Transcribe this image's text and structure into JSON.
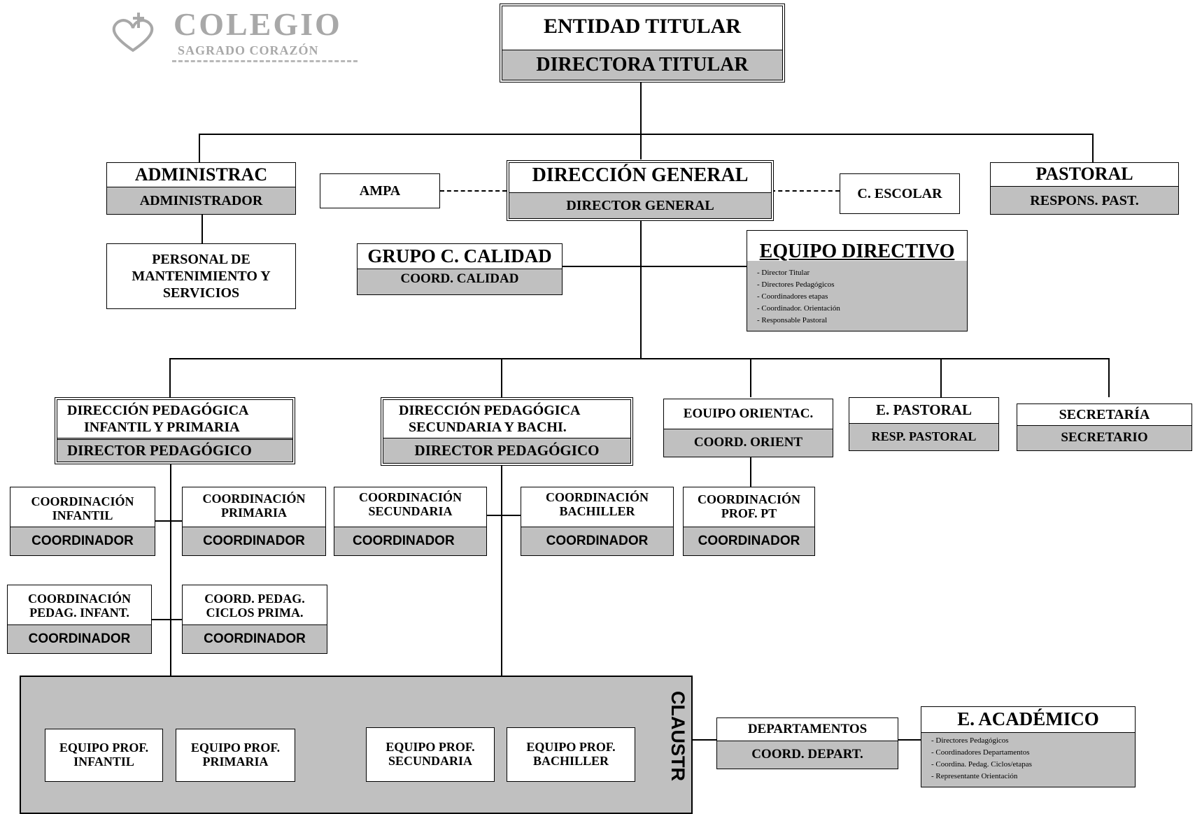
{
  "logo": {
    "title": "COLEGIO",
    "subtitle": "SAGRADO CORAZÓN"
  },
  "entidad": {
    "title": "ENTIDAD TITULAR",
    "sub": "DIRECTORA TITULAR"
  },
  "administrac": {
    "title": "ADMINISTRAC",
    "sub": "ADMINISTRADOR"
  },
  "personal": {
    "text": "PERSONAL DE MANTENIMIENTO Y SERVICIOS"
  },
  "ampa": {
    "text": "AMPA"
  },
  "direccion_general": {
    "title": "DIRECCIÓN GENERAL",
    "sub": "DIRECTOR GENERAL"
  },
  "c_escolar": {
    "text": "C. ESCOLAR"
  },
  "pastoral": {
    "title": "PASTORAL",
    "sub": "RESPONS.  PAST."
  },
  "grupo_calidad": {
    "title": "GRUPO C. CALIDAD",
    "sub": "COORD. CALIDAD"
  },
  "equipo_directivo": {
    "title": "EQUIPO DIRECTIVO",
    "items": [
      "- Director Titular",
      "- Directores Pedagógicos",
      "- Coordinadores etapas",
      "- Coordinador. Orientación",
      "- Responsable Pastoral"
    ]
  },
  "dp_infantil": {
    "title1": "DIRECCIÓN  PEDAGÓGICA",
    "title2": "INFANTIL Y PRIMARIA",
    "sub": "DIRECTOR PEDAGÓGICO"
  },
  "dp_secundaria": {
    "title1": "DIRECCIÓN  PEDAGÓGICA",
    "title2": "SECUNDARIA Y BACHI.",
    "sub": "DIRECTOR PEDAGÓGICO"
  },
  "equipo_orient": {
    "title": "EOUIPO ORIENTAC.",
    "sub": "COORD. ORIENT"
  },
  "e_pastoral": {
    "title": "E. PASTORAL",
    "sub": "RESP. PASTORAL"
  },
  "secretaria": {
    "title": "SECRETARÍA",
    "sub": "SECRETARIO"
  },
  "coord_infantil": {
    "title": "COORDINACIÓN INFANTIL",
    "sub": "COORDINADOR"
  },
  "coord_primaria": {
    "title": "COORDINACIÓN PRIMARIA",
    "sub": "COORDINADOR"
  },
  "coord_secundaria": {
    "title": "COORDINACIÓN SECUNDARIA",
    "sub": "COORDINADOR"
  },
  "coord_bachiller": {
    "title": "COORDINACIÓN BACHILLER",
    "sub": "COORDINADOR"
  },
  "coord_prof_pt": {
    "title": "COORDINACIÓN PROF. PT",
    "sub": "COORDINADOR"
  },
  "coord_pedag_infant": {
    "title": "COORDINACIÓN PEDAG. INFANT.",
    "sub": "COORDINADOR"
  },
  "coord_ciclos_prima": {
    "title": "COORD. PEDAG. CICLOS PRIMA.",
    "sub": "COORDINADOR"
  },
  "claustro": {
    "label": "CLAUSTR"
  },
  "eq_infantil": {
    "text": "EQUIPO PROF. INFANTIL"
  },
  "eq_primaria": {
    "text": "EQUIPO PROF. PRIMARIA"
  },
  "eq_secundaria": {
    "text": "EQUIPO PROF. SECUNDARIA"
  },
  "eq_bachiller": {
    "text": "EQUIPO PROF. BACHILLER"
  },
  "departamentos": {
    "title": "DEPARTAMENTOS",
    "sub": "COORD. DEPART."
  },
  "e_academico": {
    "title": "E. ACADÉMICO",
    "items": [
      "- Directores Pedagógicos",
      "- Coordinadores Departamentos",
      "- Coordina. Pedag. Ciclos/etapas",
      "- Representante Orientación"
    ]
  },
  "colors": {
    "grey": "#c0c0c0",
    "logo": "#a8a8a8"
  }
}
